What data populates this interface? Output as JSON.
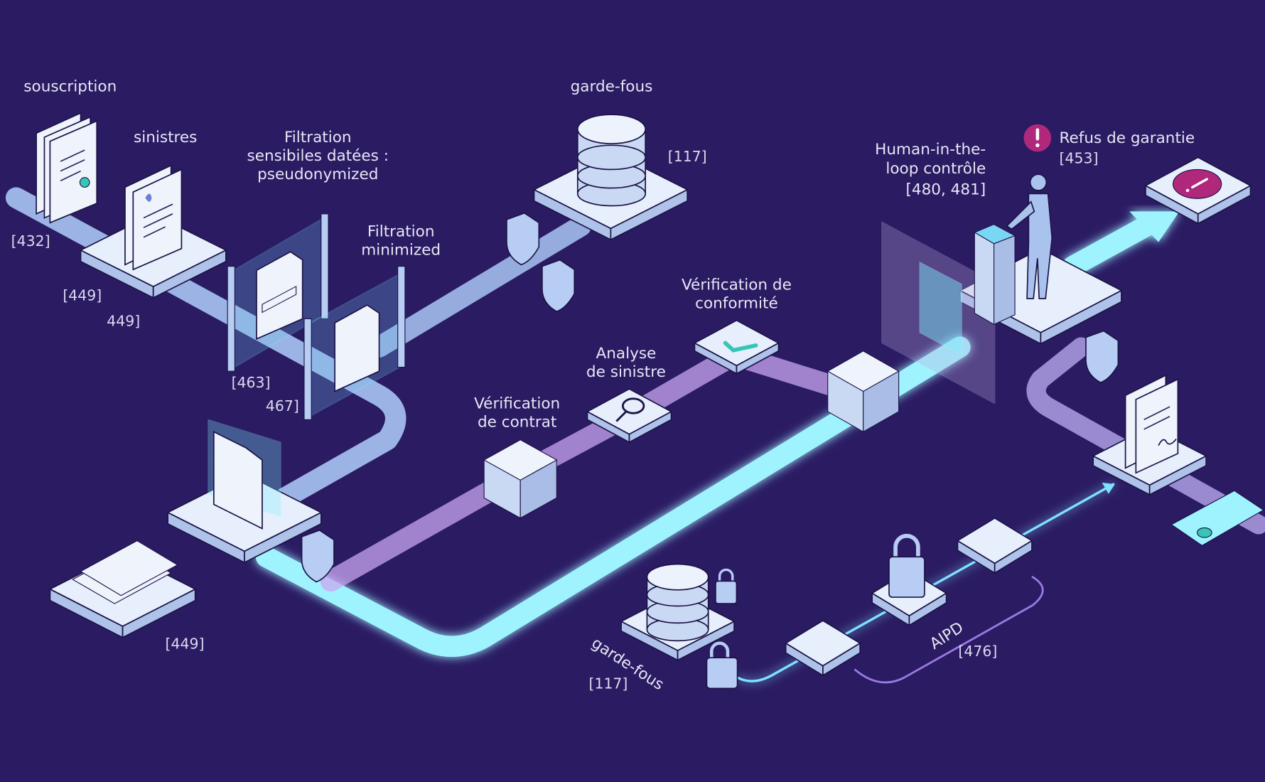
{
  "colors": {
    "background": "#2b1b63",
    "flow_light": "#b8d4f8",
    "flow_cyan": "#9ff3ff",
    "flow_purple": "#c9a6f0",
    "alert": "#b0287c",
    "accent_teal": "#36c6b6"
  },
  "labels": {
    "souscription": "souscription",
    "sinistres": "sinistres",
    "filtration_pseudo": [
      "Filtration",
      "sensibiles datées :",
      "pseudonymized"
    ],
    "filtration_min": [
      "Filtration",
      "minimized"
    ],
    "garde_fous_top": "garde-fous",
    "garde_fous_top_ref": "[117]",
    "human_loop": [
      "Human-in-the-",
      "loop contrôle",
      "[480, 481]"
    ],
    "refus": "Refus de garantie",
    "refus_ref": "[453]",
    "conformite": [
      "Vérification de",
      "conformité"
    ],
    "analyse": [
      "Analyse",
      "de sinistre"
    ],
    "contrat": [
      "Vérification",
      "de contrat"
    ],
    "garde_fous_bottom": "garde-fous",
    "garde_fous_bottom_ref": "[117]",
    "aipd": "AIPD",
    "aipd_ref": "[476]"
  },
  "refs": {
    "r432": "[432]",
    "r449a": "[449]",
    "r449b": "449]",
    "r463": "[463]",
    "r467": "467]",
    "r449c": "[449]"
  },
  "icons": [
    "document-icon",
    "database-icon",
    "shield-icon",
    "filter-gate-icon",
    "search-icon",
    "checkmark-icon",
    "cube-icon",
    "person-icon",
    "alert-icon",
    "lock-icon",
    "signed-document-icon"
  ]
}
